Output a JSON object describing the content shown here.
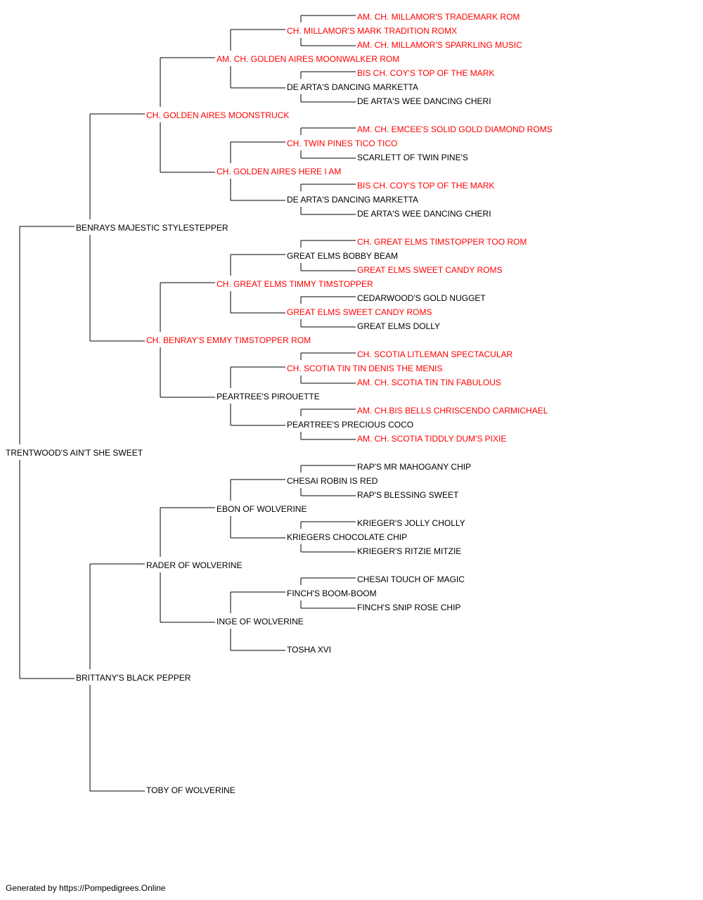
{
  "colors": {
    "champion": "#ff0000",
    "regular": "#000000",
    "line": "#000000"
  },
  "pedigree": {
    "name": "TRENTWOOD'S AIN'T SHE SWEET",
    "champion": false,
    "sire": {
      "name": "BENRAYS MAJESTIC STYLESTEPPER",
      "champion": false,
      "sire": {
        "name": "CH. GOLDEN AIRES MOONSTRUCK",
        "champion": true,
        "sire": {
          "name": "AM. CH. GOLDEN AIRES MOONWALKER ROM",
          "champion": true,
          "sire": {
            "name": "CH. MILLAMOR'S MARK TRADITION ROMX",
            "champion": true,
            "sire": {
              "name": "AM. CH. MILLAMOR'S TRADEMARK ROM",
              "champion": true
            },
            "dam": {
              "name": "AM. CH. MILLAMOR'S SPARKLING MUSIC",
              "champion": true
            }
          },
          "dam": {
            "name": "DE ARTA'S DANCING MARKETTA",
            "champion": false,
            "sire": {
              "name": "BIS CH. COY'S TOP OF THE MARK",
              "champion": true
            },
            "dam": {
              "name": "DE ARTA'S WEE DANCING CHERI",
              "champion": false
            }
          }
        },
        "dam": {
          "name": "CH. GOLDEN AIRES HERE I AM",
          "champion": true,
          "sire": {
            "name": "CH. TWIN PINES TICO TICO",
            "champion": true,
            "sire": {
              "name": "AM. CH. EMCEE'S SOLID GOLD DIAMOND ROMS",
              "champion": true
            },
            "dam": {
              "name": "SCARLETT OF TWIN PINE'S",
              "champion": false
            }
          },
          "dam": {
            "name": "DE ARTA'S DANCING MARKETTA",
            "champion": false,
            "sire": {
              "name": "BIS CH. COY'S TOP OF THE MARK",
              "champion": true
            },
            "dam": {
              "name": "DE ARTA'S WEE DANCING CHERI",
              "champion": false
            }
          }
        }
      },
      "dam": {
        "name": "CH. BENRAY'S EMMY TIMSTOPPER ROM",
        "champion": true,
        "sire": {
          "name": "CH. GREAT ELMS TIMMY TIMSTOPPER",
          "champion": true,
          "sire": {
            "name": "GREAT ELMS BOBBY BEAM",
            "champion": false,
            "sire": {
              "name": "CH. GREAT ELMS TIMSTOPPER TOO ROM",
              "champion": true
            },
            "dam": {
              "name": "GREAT ELMS SWEET CANDY ROMS",
              "champion": true
            }
          },
          "dam": {
            "name": "GREAT ELMS SWEET CANDY ROMS",
            "champion": true,
            "sire": {
              "name": "CEDARWOOD'S GOLD NUGGET",
              "champion": false
            },
            "dam": {
              "name": "GREAT ELMS DOLLY",
              "champion": false
            }
          }
        },
        "dam": {
          "name": "PEARTREE'S PIROUETTE",
          "champion": false,
          "sire": {
            "name": "CH. SCOTIA TIN TIN DENIS THE MENIS",
            "champion": true,
            "sire": {
              "name": "CH. SCOTIA LITLEMAN SPECTACULAR",
              "champion": true
            },
            "dam": {
              "name": "AM. CH. SCOTIA TIN TIN FABULOUS",
              "champion": true
            }
          },
          "dam": {
            "name": "PEARTREE'S PRECIOUS COCO",
            "champion": false,
            "sire": {
              "name": "AM. CH.BIS BELLS CHRISCENDO CARMICHAEL",
              "champion": true
            },
            "dam": {
              "name": "AM. CH. SCOTIA TIDDLY DUM'S PIXIE",
              "champion": true
            }
          }
        }
      }
    },
    "dam": {
      "name": "BRITTANY'S BLACK PEPPER",
      "champion": false,
      "sire": {
        "name": "RADER OF WOLVERINE",
        "champion": false,
        "sire": {
          "name": "EBON OF WOLVERINE",
          "champion": false,
          "sire": {
            "name": "CHESAI ROBIN IS RED",
            "champion": false,
            "sire": {
              "name": "RAP'S MR MAHOGANY CHIP",
              "champion": false
            },
            "dam": {
              "name": "RAP'S BLESSING SWEET",
              "champion": false
            }
          },
          "dam": {
            "name": "KRIEGERS CHOCOLATE CHIP",
            "champion": false,
            "sire": {
              "name": "KRIEGER'S JOLLY CHOLLY",
              "champion": false
            },
            "dam": {
              "name": "KRIEGER'S RITZIE MITZIE",
              "champion": false
            }
          }
        },
        "dam": {
          "name": "INGE OF WOLVERINE",
          "champion": false,
          "sire": {
            "name": "FINCH'S BOOM-BOOM",
            "champion": false,
            "sire": {
              "name": "CHESAI TOUCH OF MAGIC",
              "champion": false
            },
            "dam": {
              "name": "FINCH'S SNIP ROSE CHIP",
              "champion": false
            }
          },
          "dam": {
            "name": "TOSHA XVI",
            "champion": false
          }
        }
      },
      "dam": {
        "name": "TOBY OF WOLVERINE",
        "champion": false
      }
    }
  },
  "footer": {
    "text": "Generated by https://Pompedigrees.Online"
  }
}
